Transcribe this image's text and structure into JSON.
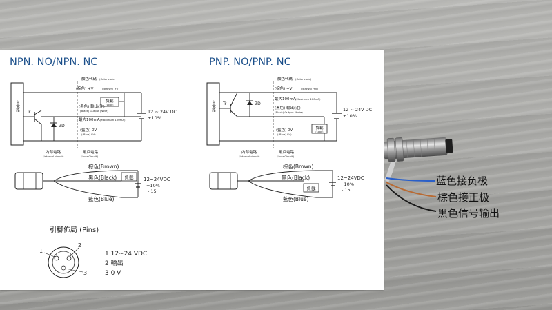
{
  "npn": {
    "title": "NPN. NO/NPN. NC",
    "color_code": "顏色代碼",
    "color_code_en": "(Color code)",
    "brown_line": "(棕色) +V",
    "brown_line_en": "((Brown) +V)",
    "black_line": "(黑色) 輸出(注)",
    "black_line_en": "(Black) Output (Note)",
    "load": "負載",
    "load_en": "(Load)",
    "max_current": "最大100mA",
    "max_current_en": "(Maximum 100mA)",
    "blue_line": "(藍色) 0V",
    "blue_line_en": "((Blue) 0V)",
    "supply": "12 ~ 24V DC",
    "tolerance": "±10%",
    "main_circuit": "主電路",
    "tr": "Tr",
    "zd": "ZD",
    "internal": "內部電路",
    "internal_en": "(Internal circuit)",
    "user": "用戶電路",
    "user_en": "(User Circuit)",
    "wire_brown": "棕色(Brown)",
    "wire_black": "黑色(Black)",
    "wire_load": "負載",
    "wire_blue": "藍色(Blue)",
    "wire_supply": "12~24VDC",
    "wire_tol_plus": "+10%",
    "wire_tol_minus": "- 15"
  },
  "pnp": {
    "title": "PNP. NO/PNP. NC",
    "color_code": "顏色代碼",
    "color_code_en": "(Color code)",
    "brown_line": "(棕色) +V",
    "brown_line_en": "((Brown) +V)",
    "max_current": "最大100mA",
    "max_current_en": "(Maximum 100mA)",
    "black_line": "(黑色) 輸出(注)",
    "black_line_en": "(Black) Output (Note)",
    "load": "負載",
    "load_en": "(Load)",
    "blue_line": "(藍色) 0V",
    "blue_line_en": "((Blue) 0V)",
    "supply": "12 ~ 24V DC",
    "tolerance": "±10%",
    "main_circuit": "主電路",
    "tr": "Tr",
    "zd": "ZD",
    "internal": "內部電路",
    "internal_en": "(Internal circuit)",
    "user": "用戶電路",
    "user_en": "(User Circuit)",
    "wire_brown": "棕色(Brown)",
    "wire_black": "黑色(Black)",
    "wire_load": "負載",
    "wire_blue": "藍色(Blue)",
    "wire_supply": "12~24VDC",
    "wire_tol_plus": "+10%",
    "wire_tol_minus": "- 15"
  },
  "pins": {
    "title": "引腳佈局 (Pins)",
    "label_1": "1",
    "label_2": "2",
    "label_3": "3",
    "desc_1": "1 12~24 VDC",
    "desc_2": "2 輸出",
    "desc_3": "3 0 V"
  },
  "photo": {
    "caption_blue": "蓝色接负极",
    "caption_brown": "棕色接正极",
    "caption_black": "黑色信号输出"
  },
  "colors": {
    "title": "#1b4f8a",
    "line": "#222222",
    "wire_blue": "#2a5fc8",
    "wire_brown": "#b86a33",
    "wire_black": "#1a1a1a"
  }
}
